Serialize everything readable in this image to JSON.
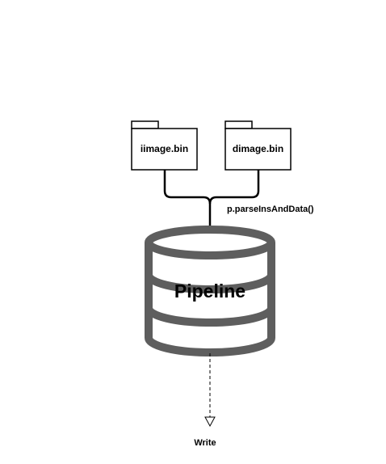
{
  "diagram": {
    "files": [
      {
        "label": "iimage.bin"
      },
      {
        "label": "dimage.bin"
      }
    ],
    "merge_label": "p.parseInsAndData()",
    "pipeline_label": "Pipeline",
    "output_label": "Write"
  },
  "colors": {
    "stroke": "#000000",
    "cylinder": "#5e5e5e",
    "cylinder_fill": "#ffffff",
    "background": "#ffffff"
  }
}
